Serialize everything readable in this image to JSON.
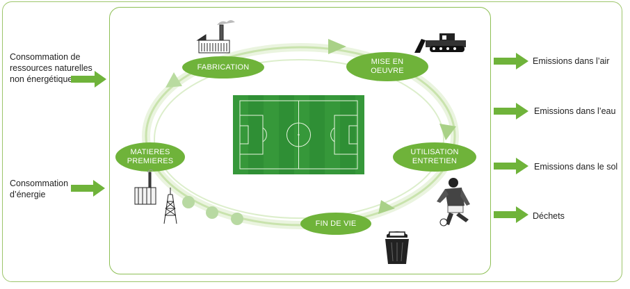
{
  "inputs": {
    "resources": "Consommation de ressources naturelles non énergétiques",
    "energy": "Consommation d’énergie"
  },
  "stages": {
    "fabrication": "FABRICATION",
    "mise_en_oeuvre": "MISE EN OEUVRE",
    "utilisation": "UTILISATION ENTRETIEN",
    "fin_de_vie": "FIN DE VIE",
    "matieres": "MATIERES PREMIERES"
  },
  "outputs": {
    "air": "Emissions dans l’air",
    "eau": "Emissions dans l’eau",
    "sol": "Emissions dans le sol",
    "dechets": "Déchets"
  },
  "icons": {
    "factory": "factory-icon",
    "bulldozer": "bulldozer-icon",
    "player": "football-player-icon",
    "bin": "trash-bin-icon",
    "raw": "refinery-icon",
    "field": "football-field"
  },
  "colors": {
    "green": "#6fb33a",
    "pale_green": "#cfe6b4",
    "field": "#2f8f35",
    "frame": "#8dbf54"
  }
}
